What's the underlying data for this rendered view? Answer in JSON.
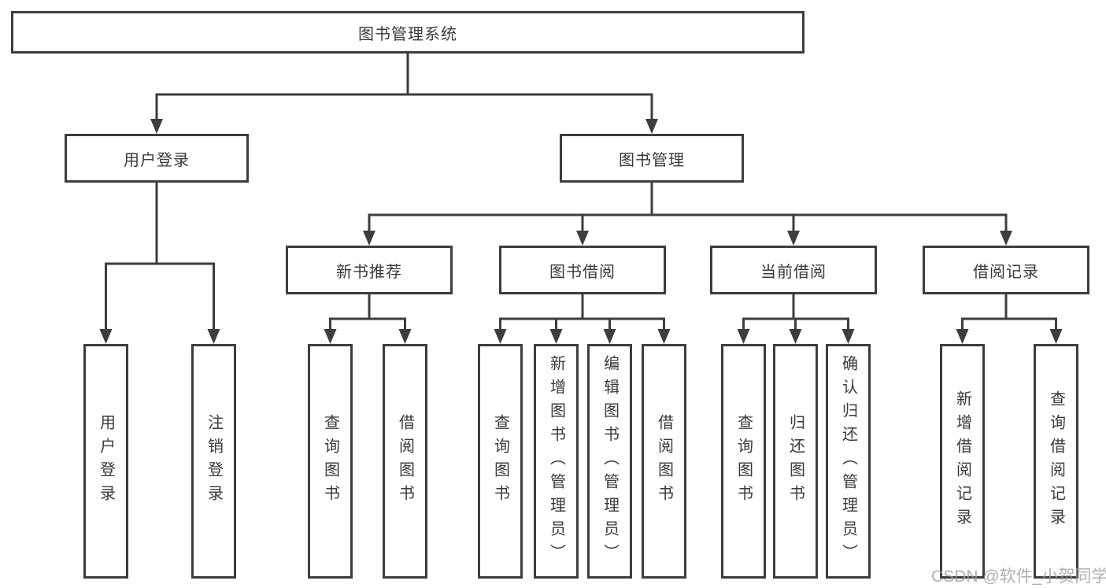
{
  "diagram": {
    "title": "图书管理系统",
    "colors": {
      "line": "#3d3d3d",
      "text": "#3a3a3a",
      "box_background": "#ffffff",
      "watermark": "#9e9e9e",
      "background": "#ffffff"
    },
    "nodes": {
      "root": "图书管理系统",
      "user_login": "用户登录",
      "book_management": "图书管理",
      "new_book_recommend": "新书推荐",
      "book_borrowing": "图书借阅",
      "current_borrowing": "当前借阅",
      "borrowing_records": "借阅记录",
      "leaf_user_login": "用户登录",
      "leaf_logout": "注销登录",
      "leaf_rec_query_books": "查询图书",
      "leaf_rec_borrow_books": "借阅图书",
      "leaf_bb_query_books": "查询图书",
      "leaf_bb_add_books_admin": "新增图书（管理员）",
      "leaf_bb_edit_books_admin": "编辑图书（管理员）",
      "leaf_bb_borrow_books": "借阅图书",
      "leaf_cb_query_books": "查询图书",
      "leaf_cb_return_books": "归还图书",
      "leaf_cb_confirm_return_admin": "确认归还（管理员）",
      "leaf_br_add_record": "新增借阅记录",
      "leaf_br_query_record": "查询借阅记录"
    },
    "watermark": "CSDN @软件_小贺同学"
  }
}
